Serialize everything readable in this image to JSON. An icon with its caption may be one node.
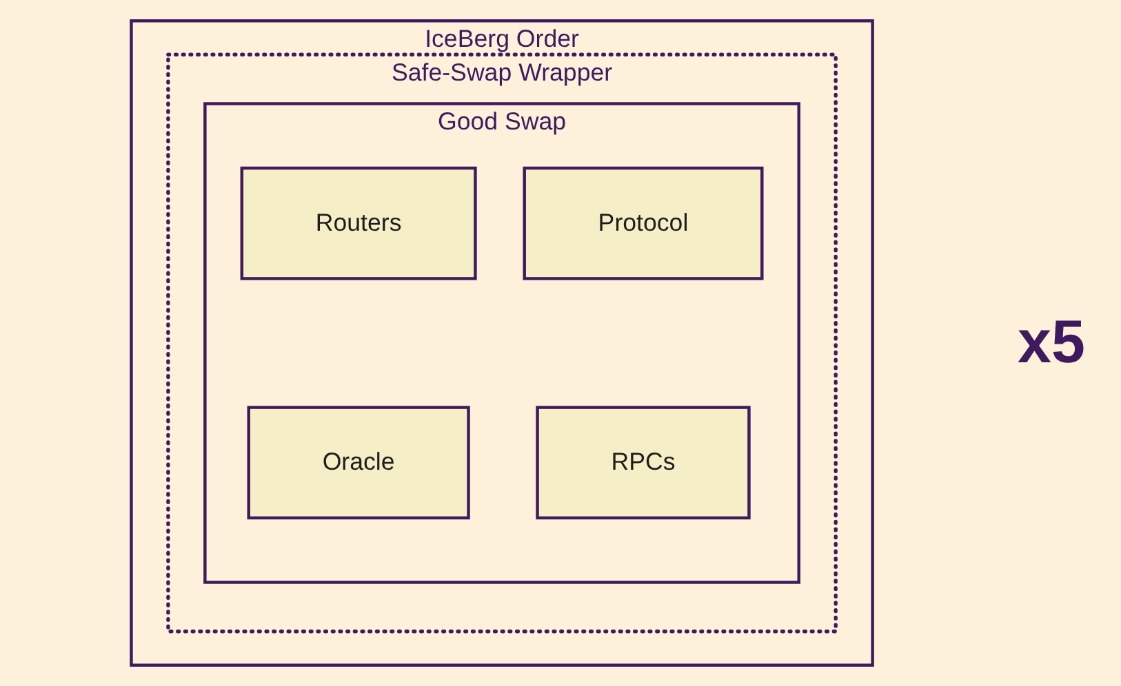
{
  "diagram": {
    "nodes": [
      {
        "text": [
          "IceBerg Order"
        ]
      },
      {
        "text": [
          "Safe-Swap Wrapper"
        ],
        "in": 0
      },
      {
        "text": [
          "Good Swap"
        ],
        "in": 1
      },
      {
        "text": [
          "Routers"
        ],
        "in": 2
      },
      {
        "text": [
          "Protocol"
        ],
        "in": 2
      },
      {
        "text": [
          "Oracle"
        ],
        "in": 2
      },
      {
        "text": [
          "RPCs"
        ],
        "in": 2
      }
    ],
    "labels": [
      "x5"
    ]
  }
}
